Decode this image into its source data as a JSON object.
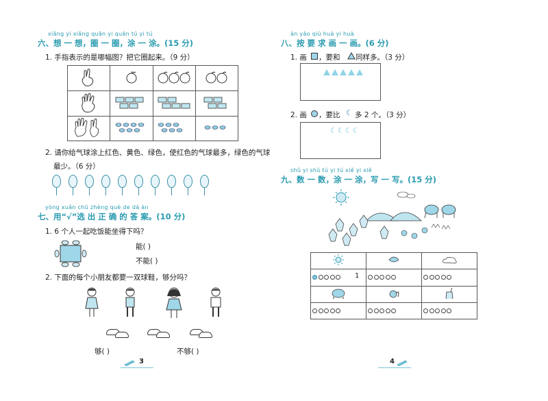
{
  "left": {
    "s6": {
      "pinyin": "xiǎng  yi  xiǎng  quān  yi  quān   tú   yi   tú",
      "title": "六、想 一 想，圈 一 圈，涂 一 涂。(15 分)",
      "q1": "1. 手指表示的是哪幅图？把它圈起来。（9 分）",
      "q2a": "2. 请你给气球涂上红色、黄色、绿色，使红色的气球最多，绿色的气球",
      "q2b": "最少。（6 分）"
    },
    "s7": {
      "pinyin": "yòng         xuǎn chū  zhèng  què  de   dá  àn",
      "title": "七、用“√”选 出 正 确 的 答 案。(10 分)",
      "q1": "1. 6 个人一起吃饭能坐得下吗？",
      "can": "能(    )",
      "cannot": "不能(    )",
      "q2": "2. 下面的每个小朋友都要一双球鞋，够分吗？",
      "enough": "够(        )",
      "notenough": "不够(        )"
    },
    "page_no": "3"
  },
  "right": {
    "s8": {
      "pinyin": "àn  yāo  qiú  huà   yi   huà",
      "title": "八、按 要 求 画 一 画。(6 分)",
      "q1a": "1. 画",
      "q1b": "，要和",
      "q1c": "同样多。（3 分）",
      "q2a": "2. 画",
      "q2b": "，要比",
      "q2c": "多 2 个。（3 分）"
    },
    "s9": {
      "pinyin": "shǔ  yi  shǔ    tú  yi  tú    xiě  yi  xiě",
      "title": "九、数 一 数，涂 一 涂，写 一 写。(15 分)",
      "example_count": "1"
    },
    "page_no": "4"
  },
  "colors": {
    "accent": "#2a9bb0",
    "fill": "#7fc4dc"
  }
}
